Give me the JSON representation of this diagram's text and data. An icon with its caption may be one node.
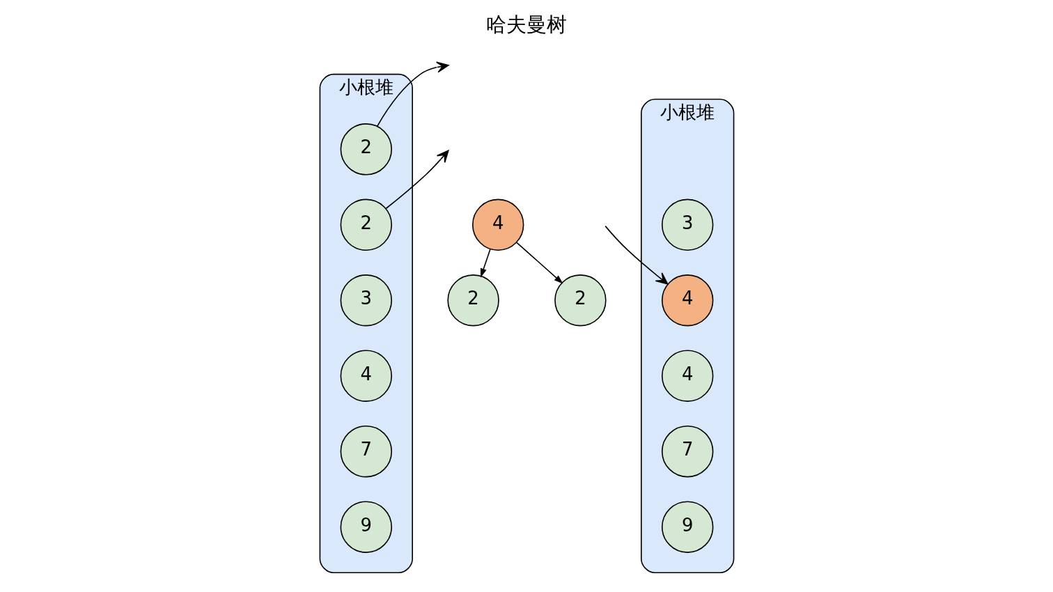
{
  "diagram": {
    "title": "哈夫曼树",
    "nodes": [
      {
        "text": [
          "小根堆"
        ]
      },
      {
        "text": [
          "2"
        ],
        "in": 0
      },
      {
        "text": [
          "2"
        ],
        "in": 0
      },
      {
        "text": [
          "3"
        ],
        "in": 0
      },
      {
        "text": [
          "4"
        ],
        "in": 0
      },
      {
        "text": [
          "7"
        ],
        "in": 0
      },
      {
        "text": [
          "9"
        ],
        "in": 0
      },
      {
        "text": [
          "4"
        ]
      },
      {
        "text": [
          "2"
        ]
      },
      {
        "text": [
          "2"
        ]
      },
      {
        "text": [
          "小根堆"
        ]
      },
      {
        "text": [
          "3"
        ],
        "in": 10
      },
      {
        "text": [
          "4"
        ],
        "in": 10
      },
      {
        "text": [
          "4"
        ],
        "in": 10
      },
      {
        "text": [
          "7"
        ],
        "in": 10
      },
      {
        "text": [
          "9"
        ],
        "in": 10
      }
    ],
    "edges": [
      {
        "from": 1,
        "to": null,
        "arrow": "to"
      },
      {
        "from": 2,
        "to": null,
        "arrow": "to"
      },
      {
        "from": 7,
        "to": 8,
        "arrow": "to"
      },
      {
        "from": 7,
        "to": 9,
        "arrow": "to"
      },
      {
        "from": null,
        "to": 12,
        "arrow": "to"
      }
    ]
  }
}
